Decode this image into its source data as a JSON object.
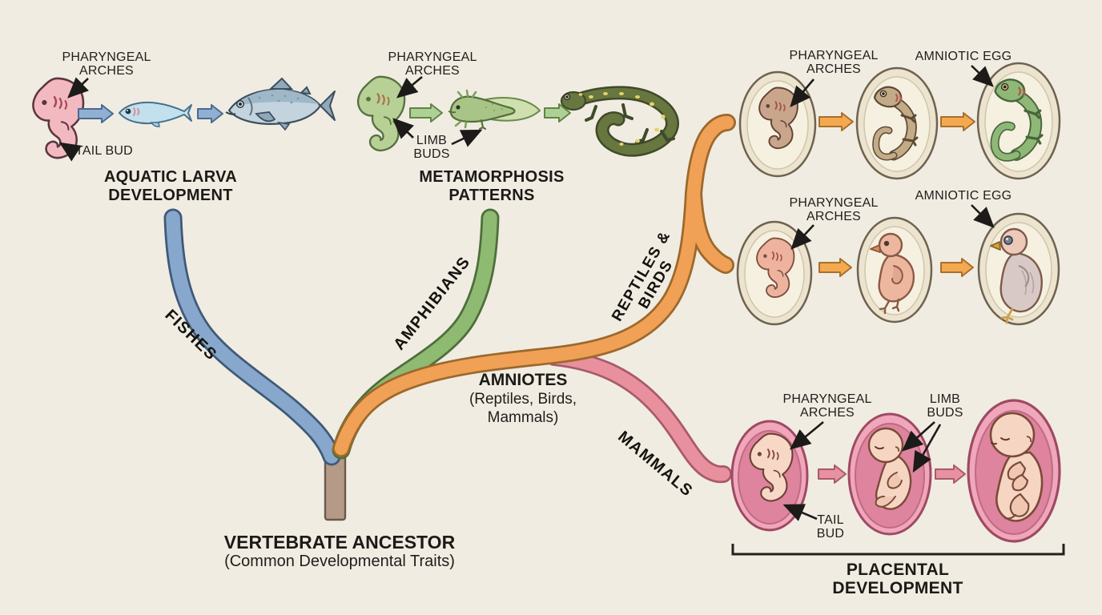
{
  "background_color": "#f0ece2",
  "fishes_section": {
    "label_pharyngeal_arches": "PHARYNGEAL\nARCHES",
    "label_tail_bud": "TAIL BUD",
    "title": "AQUATIC LARVA\nDEVELOPMENT"
  },
  "amphibians_section": {
    "label_pharyngeal_arches": "PHARYNGEAL\nARCHES",
    "label_limb_buds": "LIMB\nBUDS",
    "title": "METAMORPHOSIS\nPATTERNS"
  },
  "reptiles_row": {
    "label_pharyngeal_arches": "PHARYNGEAL\nARCHES",
    "label_amniotic_egg": "AMNIOTIC EGG"
  },
  "birds_row": {
    "label_pharyngeal_arches": "PHARYNGEAL\nARCHES",
    "label_amniotic_egg": "AMNIOTIC EGG"
  },
  "mammals_section": {
    "label_pharyngeal_arches": "PHARYNGEAL\nARCHES",
    "label_limb_buds": "LIMB\nBUDS",
    "label_tail_bud": "TAIL\nBUD",
    "title": "PLACENTAL DEVELOPMENT"
  },
  "tree": {
    "branches": {
      "fishes": {
        "label": "FISHES",
        "color": "#88a7cc"
      },
      "amphibians": {
        "label": "AMPHIBIANS",
        "color": "#8eba72"
      },
      "reptiles_birds": {
        "label": "REPTILES &\nBIRDS",
        "color": "#f0a155"
      },
      "mammals": {
        "label": "MAMMALS",
        "color": "#e9909f"
      }
    },
    "amniotes_node": {
      "title": "AMNIOTES",
      "subtitle": "(Reptiles, Birds,\nMammals)"
    },
    "root_node": {
      "title": "VERTEBRATE ANCESTOR",
      "subtitle": "(Common Developmental Traits)"
    },
    "trunk_color": "#b49a87"
  },
  "colors": {
    "text": "#211e1b",
    "annotation_arrow": "#1d1b19",
    "egg_shell": "#ece4cf",
    "egg_outline": "#6e6250",
    "uterus_outer": "#f0a6bb",
    "uterus_inner": "#de849e",
    "uterus_outline": "#9e4a62",
    "arrow_blue": "#8fb0d2",
    "arrow_green": "#aed096",
    "arrow_orange": "#f5a94e",
    "arrow_pink": "#e891a3"
  }
}
